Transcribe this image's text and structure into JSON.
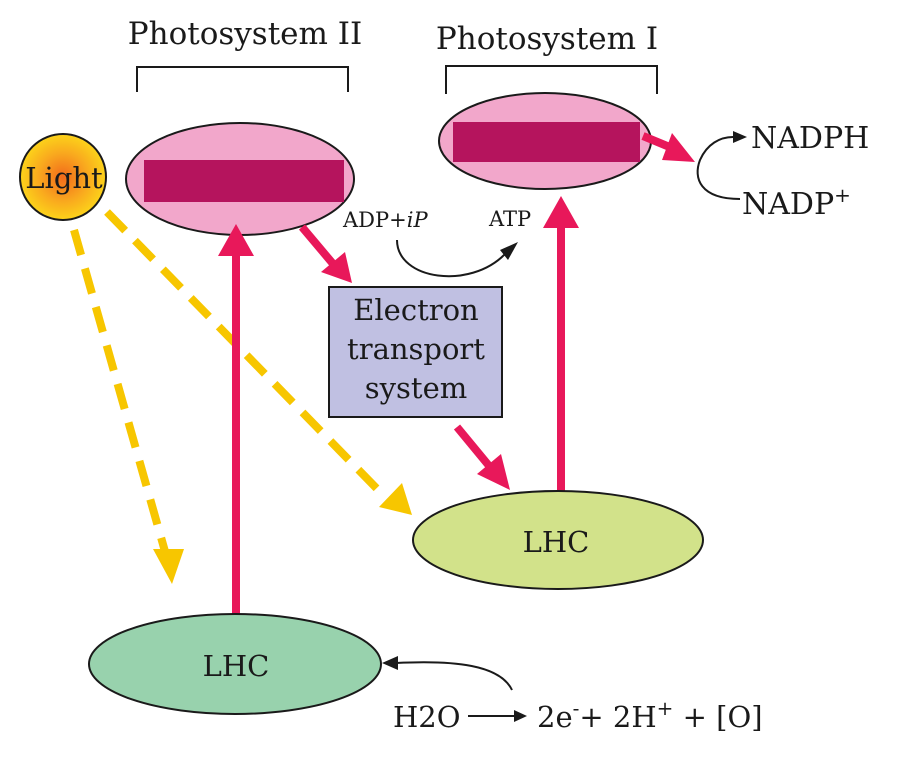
{
  "labels": {
    "photosystem_2": "Photosystem II",
    "photosystem_1": "Photosystem I",
    "light": "Light",
    "nadph": "NADPH",
    "nadp_base": "NADP",
    "nadp_sup": "+",
    "adp_base": "ADP+",
    "adp_ital": "iP",
    "atp": "ATP",
    "ets_line1": "Electron",
    "ets_line2": "transport",
    "ets_line3": "system",
    "lhc_ps1": "LHC",
    "lhc_ps2": "LHC",
    "water": "H2O",
    "prod_e": "2e",
    "prod_e_sup": "-",
    "prod_h": "+ 2H",
    "prod_h_sup": "+",
    "prod_o": " + [O]"
  },
  "colors": {
    "photosystem_fill": "#f2a7cb",
    "reaction_center": "#b5145d",
    "red_arrow": "#e8185a",
    "light_arrow": "#f7c600",
    "ets_box": "#c0c0e2",
    "lhc_ps1": "#d2e28a",
    "lhc_ps2": "#98d2ad",
    "sun_center": "#f58a1c",
    "sun_edge": "#fbd21a"
  }
}
